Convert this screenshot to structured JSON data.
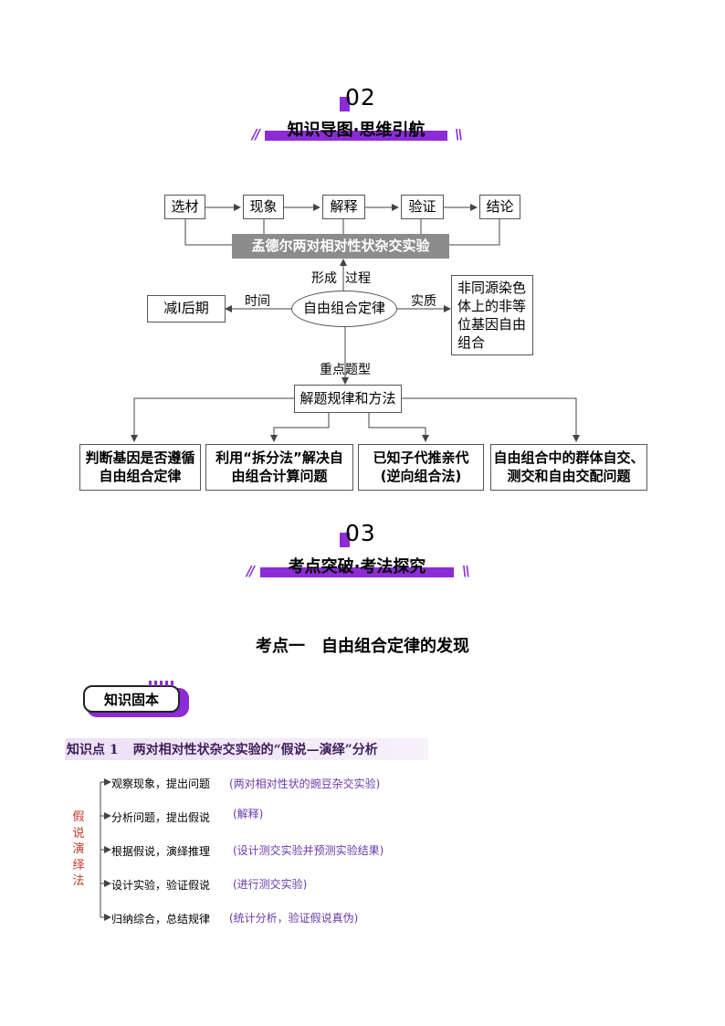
{
  "section02": {
    "number": "02",
    "title": "知识导图·思维引航"
  },
  "mindmap": {
    "steps": [
      "选材",
      "现象",
      "解释",
      "验证",
      "结论"
    ],
    "banner": "孟德尔两对相对性状杂交实验",
    "formation": "形成",
    "process": "过程",
    "center": "自由组合定律",
    "time_label": "时间",
    "time_box": "减Ⅰ后期",
    "essence_label": "实质",
    "essence_box": "非同源染色体上的非等位基因自由组合",
    "key_label": "重点题型",
    "methods": "解题规律和方法",
    "bottom": [
      "判断基因是否遵循自由组合定律",
      "利用“拆分法”解决自由组合计算问题",
      "已知子代推亲代(逆向组合法)",
      "自由组合中的群体自交、测交和自由交配问题"
    ]
  },
  "section03": {
    "number": "03",
    "title": "考点突破·考法探究"
  },
  "exam_point_title": "考点一　自由组合定律的发现",
  "knowledge_badge": "知识固本",
  "knowledge_point": {
    "label": "知识点 1",
    "title": "两对相对性状杂交实验的“假说—演绎”分析"
  },
  "method": {
    "chars": [
      "假",
      "说",
      "演",
      "绎",
      "法"
    ],
    "steps": [
      {
        "step": "观察现象，提出问题",
        "note": "(两对相对性状的豌豆杂交实验)"
      },
      {
        "step": "分析问题，提出假说",
        "note": "(解释)"
      },
      {
        "step": "根据假说，演绎推理",
        "note": "(设计测交实验并预测实验结果)"
      },
      {
        "step": "设计实验，验证假说",
        "note": "(进行测交实验)"
      },
      {
        "step": "归纳综合，总结规律",
        "note": "(统计分析，验证假说真伪)"
      }
    ]
  },
  "colors": {
    "accent": "#8b2cd6",
    "banner_bg": "#8c8c8c",
    "method_red": "#c0392b",
    "note_purple": "#6a3aa8"
  }
}
